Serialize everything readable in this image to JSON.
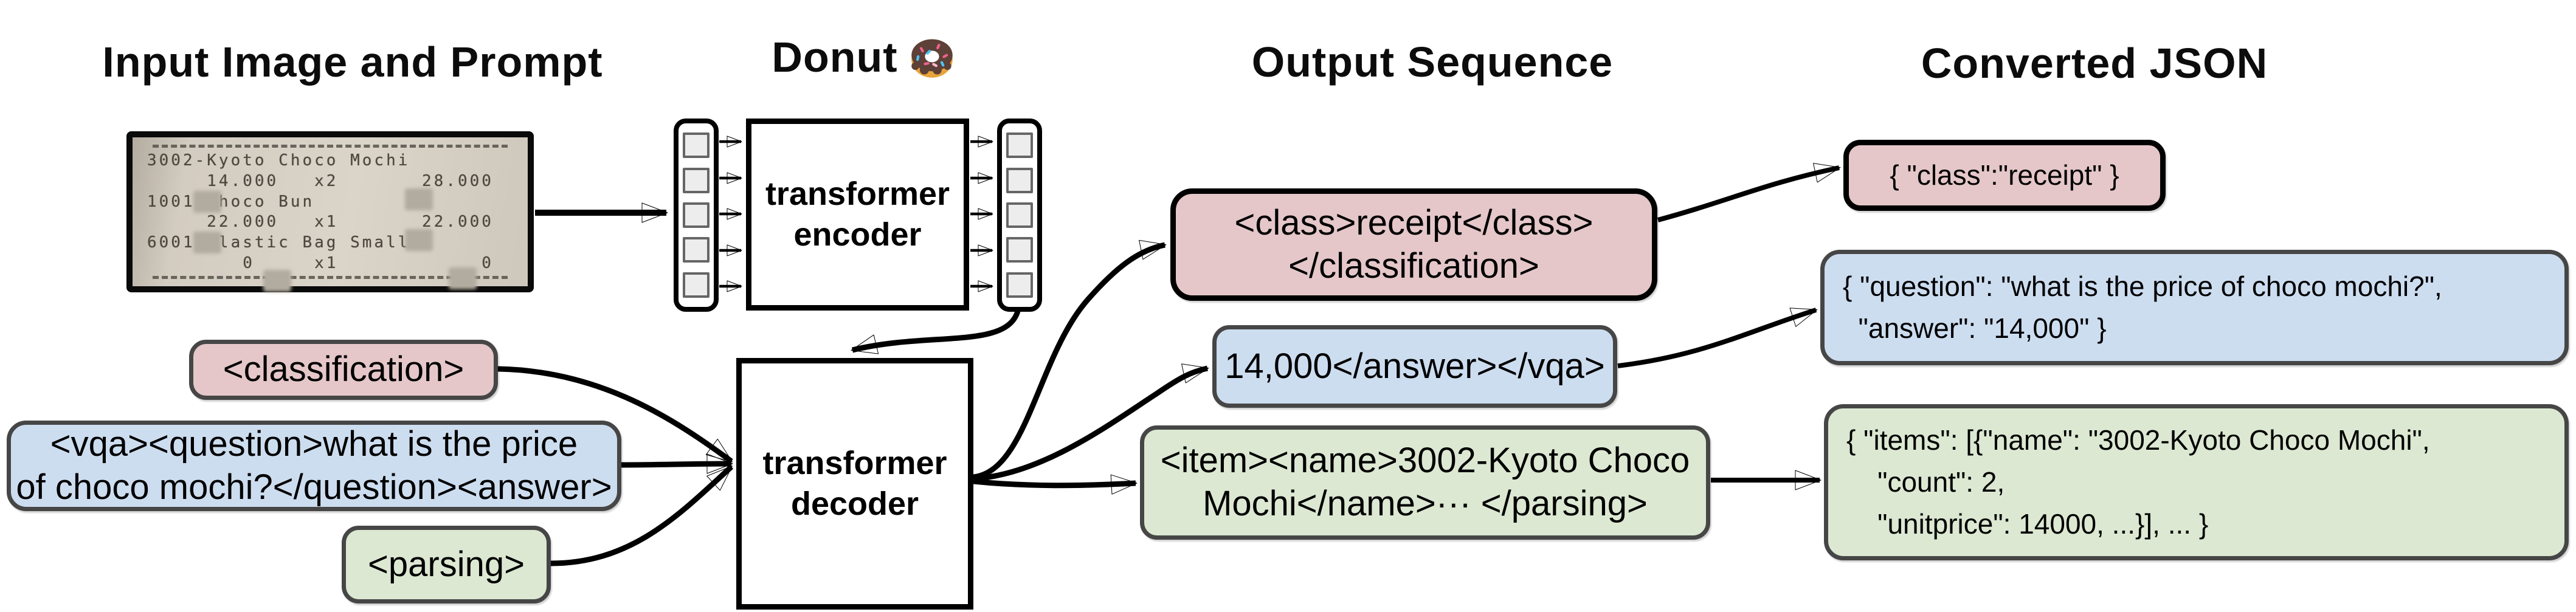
{
  "headers": {
    "input": "Input Image and Prompt",
    "model": "Donut",
    "model_icon": "donut-emoji",
    "output": "Output Sequence",
    "json": "Converted JSON"
  },
  "receipt": {
    "lines": [
      "3002-Kyoto Choco Mochi",
      "     14.000   x2       28.000",
      "1001-Choco Bun",
      "     22.000   x1       22.000",
      "6001-Plastic Bag Small",
      "        0     x1            0"
    ]
  },
  "model": {
    "encoder_label": "transformer\nencoder",
    "decoder_label": "transformer\ndecoder"
  },
  "prompts": {
    "classification": "<classification>",
    "vqa": "<vqa><question>what is the price\nof choco mochi?</question><answer>",
    "parsing": "<parsing>"
  },
  "outputs": {
    "classification": "<class>receipt</class>\n</classification>",
    "vqa": "14,000</answer></vqa>",
    "parsing": "<item><name>3002-Kyoto Choco\nMochi</name>··· </parsing>"
  },
  "json_outputs": {
    "classification": "{ \"class\":\"receipt\" }",
    "vqa": "{ \"question\": \"what is the price of choco mochi?\",\n  \"answer\": \"14,000\" }",
    "parsing": "{ \"items\": [{\"name\": \"3002-Kyoto Choco Mochi\",\n    \"count\": 2,\n    \"unitprice\": 14000, ...}], ... }"
  },
  "colors": {
    "task_classification": "#e5c7c9",
    "task_vqa": "#cdddf0",
    "task_parsing": "#dce8d2",
    "box_border_gray": "#464646",
    "box_border_black": "#000000",
    "token_fill": "#ededed"
  }
}
